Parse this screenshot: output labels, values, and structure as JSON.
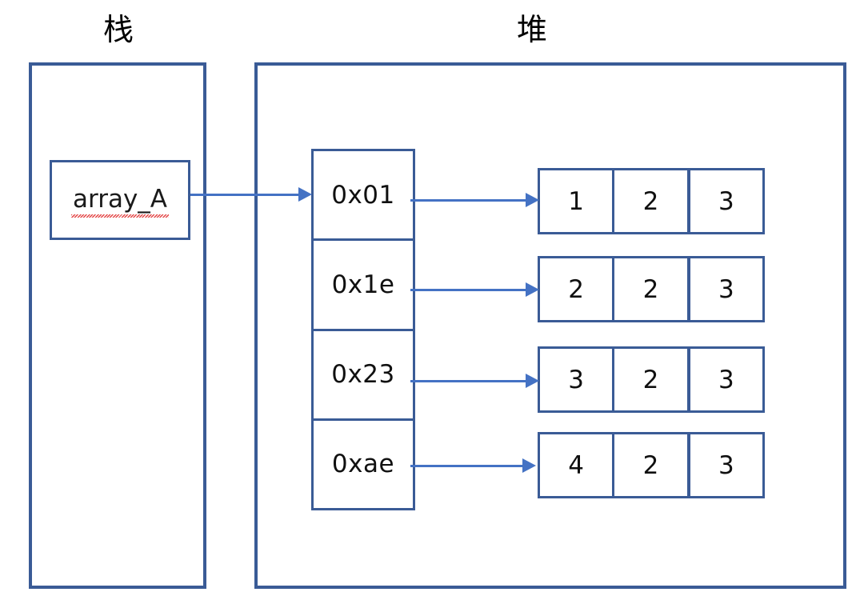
{
  "diagram": {
    "regions": {
      "stack": {
        "title": "栈"
      },
      "heap": {
        "title": "堆"
      }
    },
    "stack_variable": {
      "name": "array_A",
      "spellcheck_underline": true
    },
    "pointer_column": {
      "cells": [
        {
          "address": "0x01"
        },
        {
          "address": "0x1e"
        },
        {
          "address": "0x23"
        },
        {
          "address": "0xae"
        }
      ]
    },
    "value_rows": [
      {
        "values": [
          "1",
          "2",
          "3"
        ]
      },
      {
        "values": [
          "2",
          "2",
          "3"
        ]
      },
      {
        "values": [
          "3",
          "2",
          "3"
        ]
      },
      {
        "values": [
          "4",
          "2",
          "3"
        ]
      }
    ],
    "arrows": [
      {
        "from": "array_A",
        "to": "0x01"
      },
      {
        "from": "0x01",
        "to": "row-0"
      },
      {
        "from": "0x1e",
        "to": "row-1"
      },
      {
        "from": "0x23",
        "to": "row-2"
      },
      {
        "from": "0xae",
        "to": "row-3"
      }
    ],
    "colors": {
      "box_border": "#3A5B96",
      "arrow": "#4472C4",
      "text": "#101010",
      "spellcheck": "#e03030",
      "background": "#ffffff"
    }
  }
}
